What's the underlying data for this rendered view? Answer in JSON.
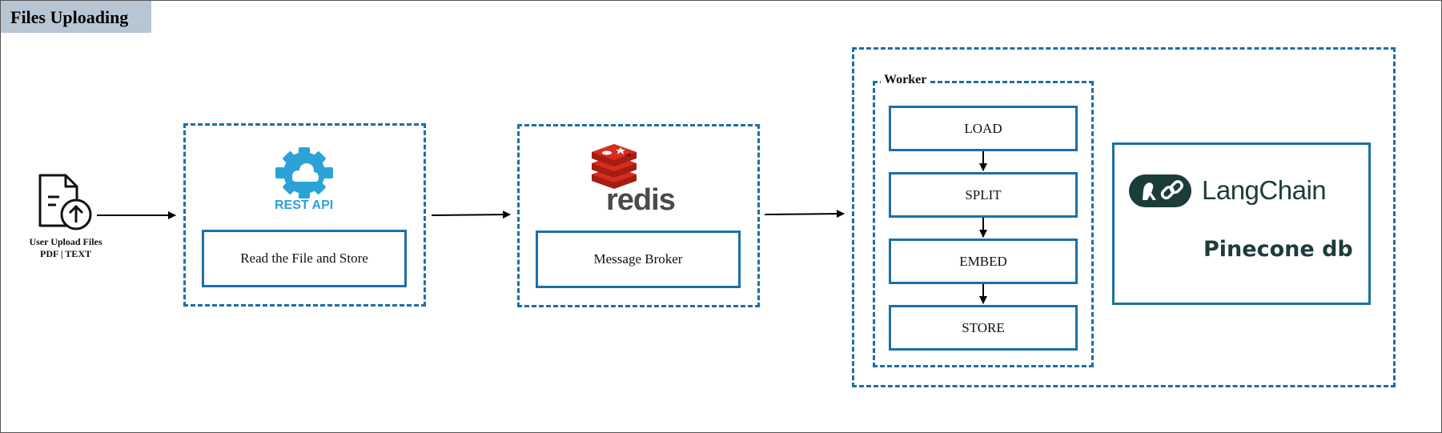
{
  "title": "Files Uploading",
  "upload": {
    "label_line1": "User Upload Files",
    "label_line2": "PDF | TEXT",
    "icon": "file-upload-icon"
  },
  "rest_api": {
    "caption": "REST API",
    "box_label": "Read the File and Store",
    "icon": "cloud-gear-icon"
  },
  "redis": {
    "caption": "redis",
    "box_label": "Message Broker",
    "icon": "redis-logo-icon"
  },
  "worker": {
    "label": "Worker",
    "steps": [
      "LOAD",
      "SPLIT",
      "EMBED",
      "STORE"
    ]
  },
  "stack": {
    "langchain": "LangChain",
    "pinecone": "Pinecone db",
    "icon": "langchain-logo-icon"
  },
  "colors": {
    "border": "#1d6fa8",
    "title_bg": "#b8c6d4",
    "rest": "#2ba3d6",
    "redis": "#d82c20",
    "langchain": "#1c3c3c"
  }
}
